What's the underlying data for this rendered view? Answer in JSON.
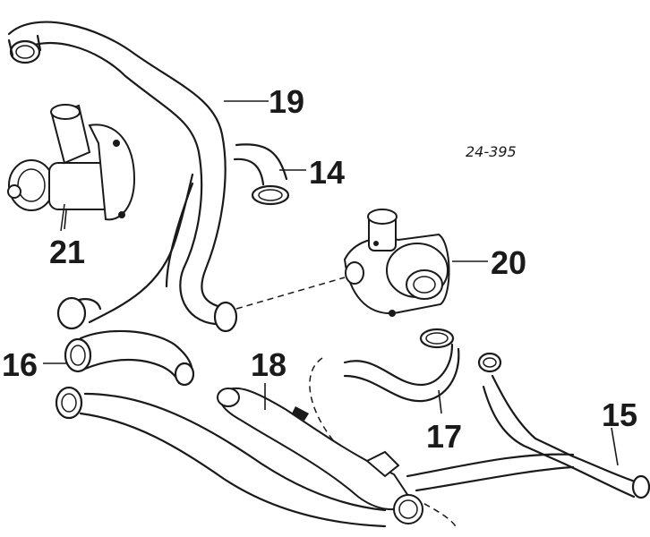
{
  "diagram": {
    "reference_code": "24-395",
    "callouts": [
      {
        "id": "19",
        "label": "19"
      },
      {
        "id": "14",
        "label": "14"
      },
      {
        "id": "21",
        "label": "21"
      },
      {
        "id": "20",
        "label": "20"
      },
      {
        "id": "16",
        "label": "16"
      },
      {
        "id": "18",
        "label": "18"
      },
      {
        "id": "17",
        "label": "17"
      },
      {
        "id": "15",
        "label": "15"
      }
    ]
  }
}
